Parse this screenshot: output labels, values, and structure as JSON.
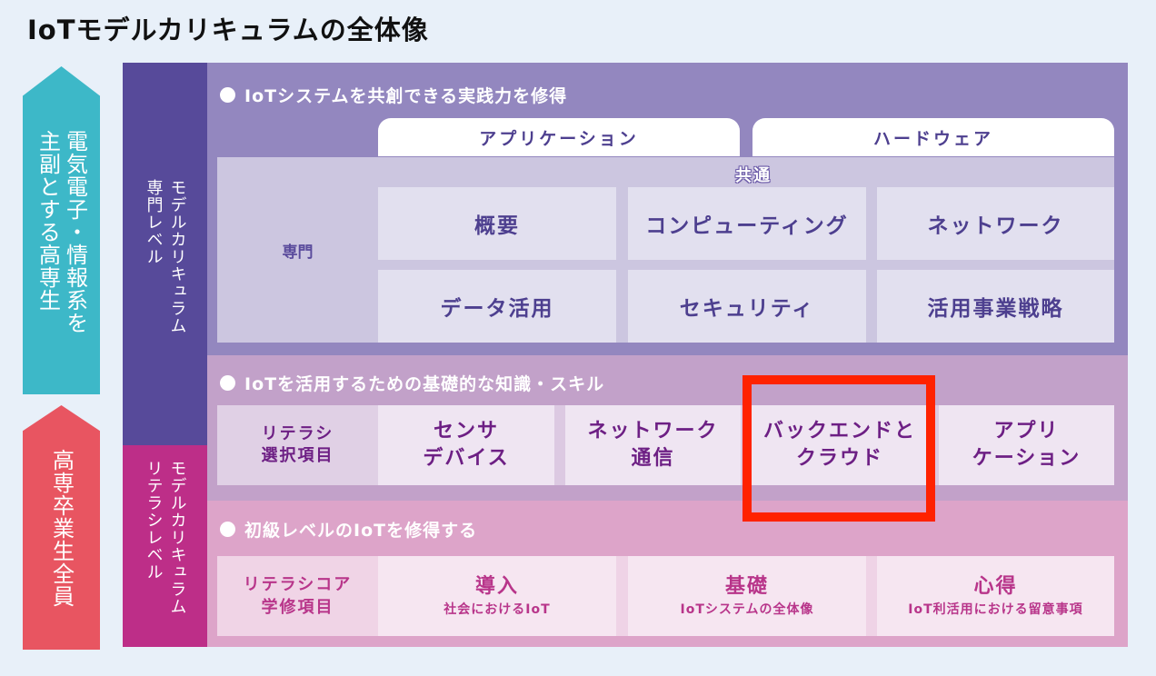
{
  "title": "IoTモデルカリキュラムの全体像",
  "arrows": {
    "upper": {
      "text": "電気電子・情報系を\n主副とする高専生",
      "color": "#3db8c8"
    },
    "lower": {
      "text": "高専卒業生全員",
      "color": "#e85561"
    }
  },
  "level_bars": {
    "expert": {
      "text": "モデルカリキュラム\n専門レベル",
      "color": "#574a9a"
    },
    "literacy": {
      "text": "モデルカリキュラム\nリテラシレベル",
      "color": "#bd2e88"
    }
  },
  "sections": {
    "expert": {
      "heading": "IoTシステムを共創できる実践力を修得",
      "tabs": [
        "アプリケーション",
        "ハードウェア"
      ],
      "common_label": "共通",
      "row_label": "専門",
      "cells": [
        "概要",
        "コンピューティング",
        "ネットワーク",
        "データ活用",
        "セキュリティ",
        "活用事業戦略"
      ]
    },
    "basic": {
      "heading": "IoTを活用するための基礎的な知識・スキル",
      "row_label": [
        "リテラシ",
        "選択項目"
      ],
      "cells": [
        {
          "line1": "センサ",
          "line2": "デバイス"
        },
        {
          "line1": "ネットワーク",
          "line2": "通信"
        },
        {
          "line1": "バックエンドと",
          "line2": "クラウド"
        },
        {
          "line1": "アプリ",
          "line2": "ケーション"
        }
      ]
    },
    "literacy": {
      "heading": "初級レベルのIoTを修得する",
      "row_label": [
        "リテラシコア",
        "学修項目"
      ],
      "cells": [
        {
          "main": "導入",
          "sub": "社会におけるIoT"
        },
        {
          "main": "基礎",
          "sub": "IoTシステムの全体像"
        },
        {
          "main": "心得",
          "sub": "IoT利活用における留意事項"
        }
      ]
    }
  },
  "highlight": {
    "target": "バックエンドとクラウド",
    "color": "#ff2200"
  }
}
